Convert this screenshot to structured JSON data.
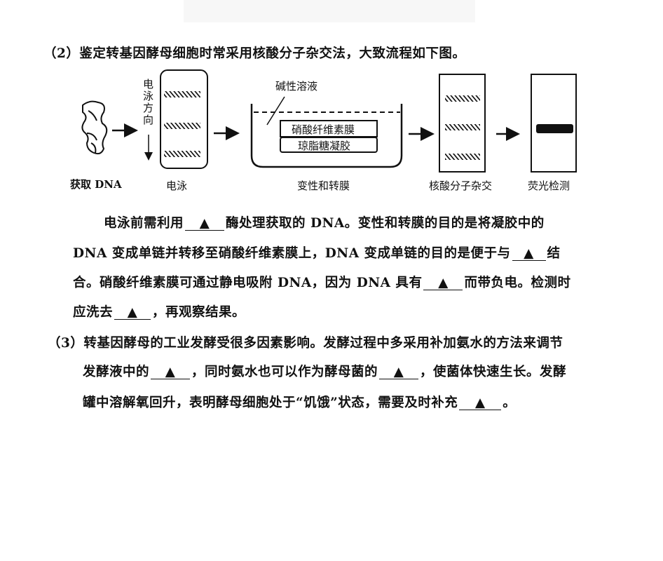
{
  "q2_intro": "（2）鉴定转基因酵母细胞时常采用核酸分子杂交法，大致流程如下图。",
  "diagram": {
    "step1": "获取 DNA",
    "step2": "电泳",
    "direction": "电泳方向",
    "step3": "变性和转膜",
    "solution": "碱性溶液",
    "membrane": "硝酸纤维素膜",
    "gel": "琼脂糖凝胶",
    "step4": "核酸分子杂交",
    "step5": "荧光检测"
  },
  "blank_mark": "▲",
  "q2_text": {
    "l1a": "电泳前需利用",
    "l1b": "酶处理获取的 DNA。变性和转膜的目的是将凝胶中的",
    "l2a": "DNA 变成单链并转移至硝酸纤维素膜上，DNA 变成单链的目的是便于与",
    "l2b": "结",
    "l3a": "合。硝酸纤维素膜可通过静电吸附 DNA，因为 DNA 具有",
    "l3b": "而带负电。检测时",
    "l4a": "应洗去",
    "l4b": "，再观察结果。"
  },
  "q3_text": {
    "l1": "（3）转基因酵母的工业发酵受很多因素影响。发酵过程中多采用补加氨水的方法来调节",
    "l2a": "发酵液中的",
    "l2b": "，同时氨水也可以作为酵母菌的",
    "l2c": "，使菌体快速生长。发酵",
    "l3a": "罐中溶解氧回升，表明酵母细胞处于“饥饿”状态，需要及时补充",
    "l3b": "。"
  }
}
